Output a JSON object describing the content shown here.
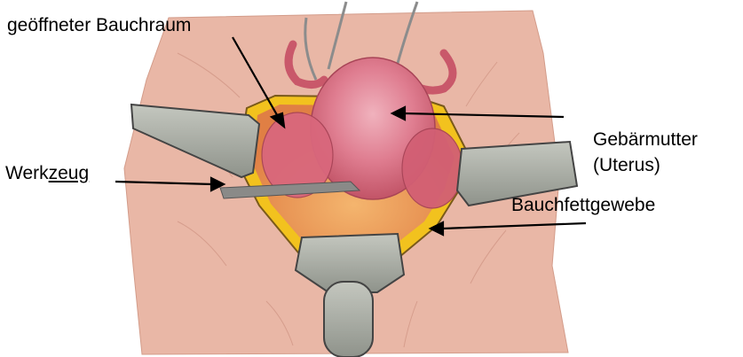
{
  "labels": {
    "cavity": "geöffneter Bauchraum",
    "uterus_line1": "Gebärmutter",
    "uterus_line2": "(Uterus)",
    "tool_prefix": "Werk",
    "tool_underlined": "zeug",
    "fat": "Bauchfettgewebe"
  },
  "colors": {
    "skin": "#e9b7a6",
    "skin_dark": "#c98c7c",
    "fat": "#f2c21e",
    "organ": "#d9677c",
    "organ_light": "#eaa0ae",
    "cavity_floor": "#eb9a55",
    "retractor": "#a6aaa2",
    "arrow": "#000000"
  }
}
